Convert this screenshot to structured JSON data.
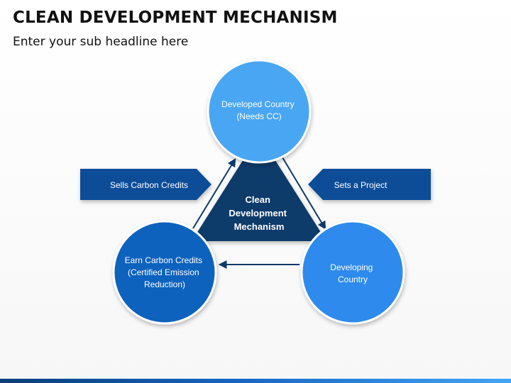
{
  "slide": {
    "title": "CLEAN DEVELOPMENT MECHANISM",
    "subtitle": "Enter your sub headline here"
  },
  "diagram": {
    "center": [
      "Clean",
      "Development",
      "Mechanism"
    ],
    "top_circle": [
      "Developed Country",
      "(Needs CC)"
    ],
    "left_circle": [
      "Earn Carbon Credits",
      "(Certified Emission",
      "Reduction)"
    ],
    "right_circle": [
      "Developing",
      "Country"
    ],
    "left_banner": "Sells Carbon Credits",
    "right_banner": "Sets a Project"
  },
  "colors": {
    "center_triangle": "#0b3a6a",
    "top_circle": "#4aa6f2",
    "left_circle": "#0d62bd",
    "right_circle": "#2f8aec",
    "banner": "#0b4e98",
    "arrow": "#0b3a6a"
  }
}
